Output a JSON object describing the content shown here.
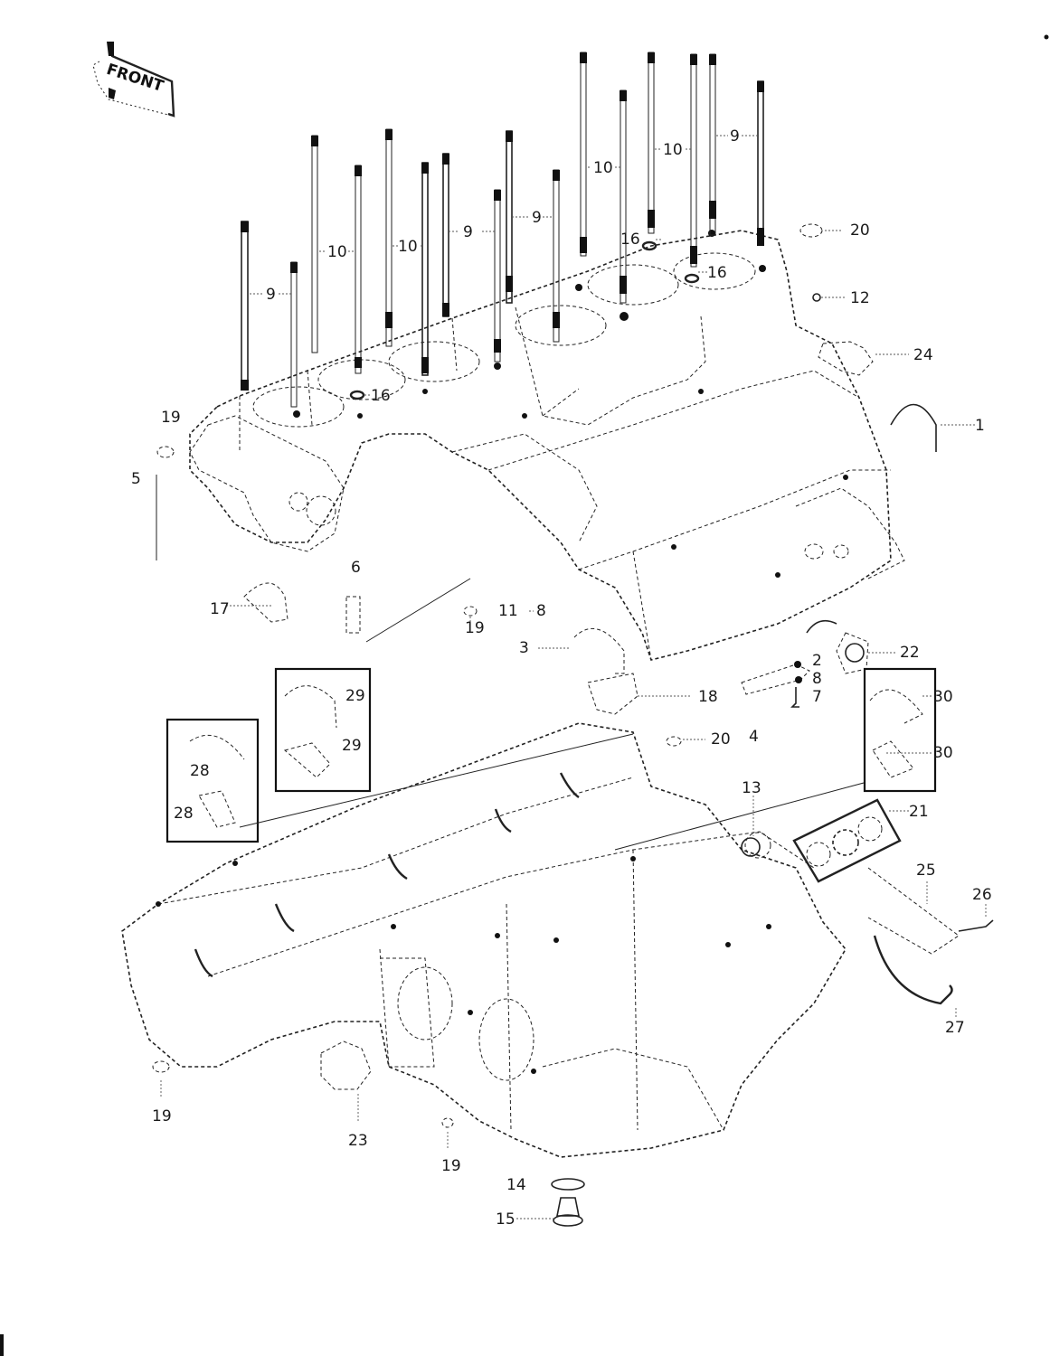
{
  "diagram": {
    "title": "Crankcase exploded parts diagram",
    "direction_marker": "FRONT",
    "colors": {
      "ink": "#111111",
      "paper": "#ffffff"
    },
    "callouts": [
      {
        "id": "c-9-a",
        "label": "9"
      },
      {
        "id": "c-10-a",
        "label": "10"
      },
      {
        "id": "c-10-b",
        "label": "10"
      },
      {
        "id": "c-9-b",
        "label": "9"
      },
      {
        "id": "c-9-c",
        "label": "9"
      },
      {
        "id": "c-10-c",
        "label": "10"
      },
      {
        "id": "c-10-d",
        "label": "10"
      },
      {
        "id": "c-9-d",
        "label": "9"
      },
      {
        "id": "c-16-a",
        "label": "16"
      },
      {
        "id": "c-16-b",
        "label": "16"
      },
      {
        "id": "c-16-c",
        "label": "16"
      },
      {
        "id": "c-20-a",
        "label": "20"
      },
      {
        "id": "c-12",
        "label": "12"
      },
      {
        "id": "c-24",
        "label": "24"
      },
      {
        "id": "c-1",
        "label": "1"
      },
      {
        "id": "c-19-a",
        "label": "19"
      },
      {
        "id": "c-5",
        "label": "5"
      },
      {
        "id": "c-6",
        "label": "6"
      },
      {
        "id": "c-17",
        "label": "17"
      },
      {
        "id": "c-19-b",
        "label": "19"
      },
      {
        "id": "c-11",
        "label": "11"
      },
      {
        "id": "c-8-a",
        "label": "8"
      },
      {
        "id": "c-3",
        "label": "3"
      },
      {
        "id": "c-2",
        "label": "2"
      },
      {
        "id": "c-8-b",
        "label": "8"
      },
      {
        "id": "c-7",
        "label": "7"
      },
      {
        "id": "c-22",
        "label": "22"
      },
      {
        "id": "c-18",
        "label": "18"
      },
      {
        "id": "c-4",
        "label": "4"
      },
      {
        "id": "c-20-b",
        "label": "20"
      },
      {
        "id": "c-29-a",
        "label": "29"
      },
      {
        "id": "c-29-b",
        "label": "29"
      },
      {
        "id": "c-28-a",
        "label": "28"
      },
      {
        "id": "c-28-b",
        "label": "28"
      },
      {
        "id": "c-30-a",
        "label": "30"
      },
      {
        "id": "c-30-b",
        "label": "30"
      },
      {
        "id": "c-13",
        "label": "13"
      },
      {
        "id": "c-21",
        "label": "21"
      },
      {
        "id": "c-25",
        "label": "25"
      },
      {
        "id": "c-26",
        "label": "26"
      },
      {
        "id": "c-27",
        "label": "27"
      },
      {
        "id": "c-19-c",
        "label": "19"
      },
      {
        "id": "c-23",
        "label": "23"
      },
      {
        "id": "c-19-d",
        "label": "19"
      },
      {
        "id": "c-14",
        "label": "14"
      },
      {
        "id": "c-15",
        "label": "15"
      }
    ]
  }
}
